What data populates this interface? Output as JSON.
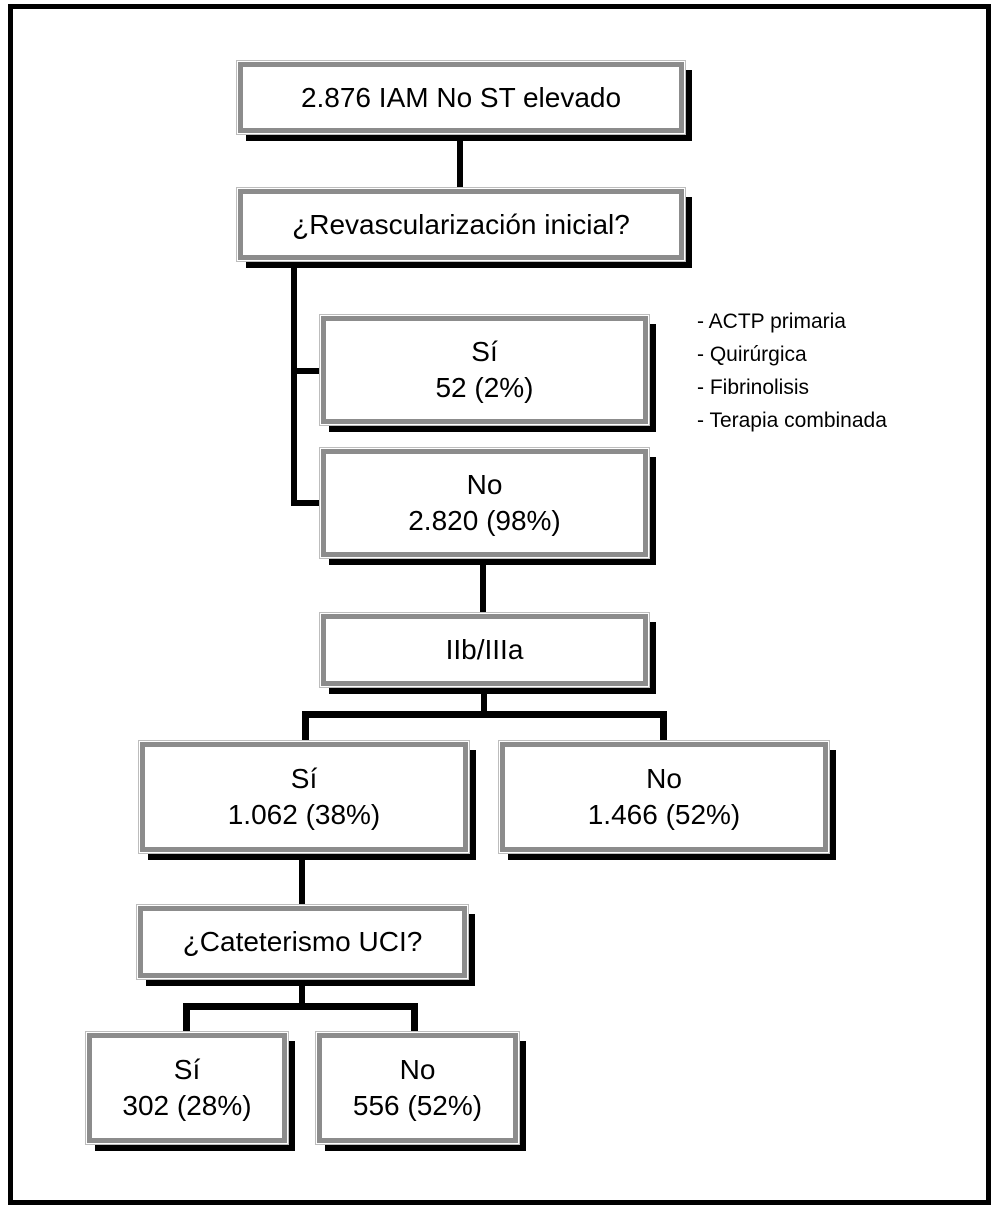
{
  "diagram": {
    "type": "flowchart",
    "language": "es",
    "nodes": {
      "root": {
        "label": "2.876 IAM No ST elevado"
      },
      "revascularizacion": {
        "label": "¿Revascularización inicial?"
      },
      "revasc_si": {
        "label": "Sí",
        "value": "52 (2%)"
      },
      "revasc_no": {
        "label": "No",
        "value": "2.820 (98%)"
      },
      "iib_iiia": {
        "label": "IIb/IIIa"
      },
      "iib_si": {
        "label": "Sí",
        "value": "1.062 (38%)"
      },
      "iib_no": {
        "label": "No",
        "value": "1.466 (52%)"
      },
      "cateterismo": {
        "label": "¿Cateterismo UCI?"
      },
      "cat_si": {
        "label": "Sí",
        "value": "302 (28%)"
      },
      "cat_no": {
        "label": "No",
        "value": "556 (52%)"
      }
    },
    "annotations": {
      "items": [
        "- ACTP primaria",
        "- Quirúrgica",
        "- Fibrinolisis",
        "- Terapia combinada"
      ]
    },
    "colors": {
      "background": "#ffffff",
      "node_border": "#8c8c8c",
      "node_outer_ring": "#bdbdbd",
      "node_shadow": "#000000",
      "connector": "#000000",
      "frame": "#000000",
      "text": "#000000"
    }
  }
}
